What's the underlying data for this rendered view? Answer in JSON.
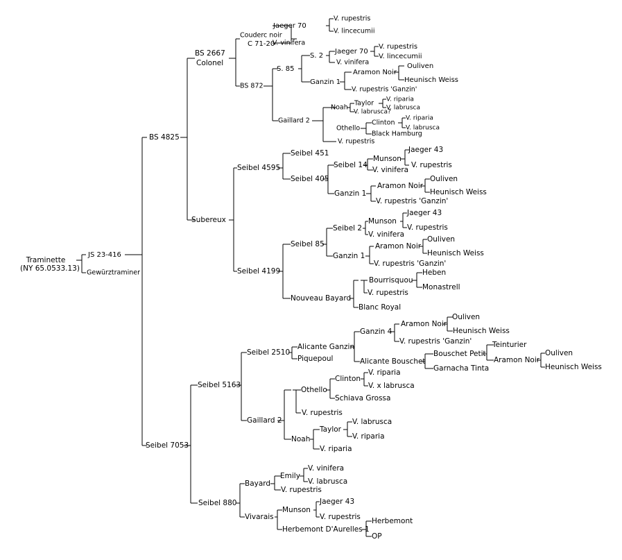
{
  "nodes": {
    "traminette": "Traminette",
    "traminette_code": "(NY 65.0533.13)",
    "js23416": "JS 23-416",
    "gewurz": "Gewürztraminer",
    "bs4825": "BS 4825",
    "seibel7053": "Seibel 7053",
    "bs2667": "BS 2667",
    "colonel": "Colonel",
    "subereux": "Subereux",
    "couderc_noir": "Couderc noir",
    "c7120": "C 71-20",
    "bs872": "BS 872",
    "jaeger70": "Jaeger 70",
    "vvinifera": "V. vinifera",
    "vrupestris": "V. rupestris",
    "vlincecumii": "V. lincecumii",
    "s85": "S. 85",
    "s2": "S. 2",
    "ganzin1": "Ganzin 1",
    "aramon_noir": "Aramon Noir",
    "ouliven": "Ouliven",
    "heunisch_weiss": "Heunisch Weiss",
    "vrup_ganzin": "V. rupestris 'Ganzin'",
    "gaillard2": "Gaillard 2",
    "noah": "Noah",
    "taylor": "Taylor",
    "vriparia": "V. riparia",
    "vlabrusca": "V. labrusca",
    "vlabrusca_q": "V. labrusca?",
    "othello": "Othello",
    "clinton": "Clinton",
    "black_hamburg": "Black Hamburg",
    "seibel4595": "Seibel 4595",
    "seibel451": "Seibel 451",
    "seibel405": "Seibel 405",
    "seibel14": "Seibel 14",
    "munson": "Munson",
    "jaeger43": "Jaeger 43",
    "seibel4199": "Seibel 4199",
    "seibel85": "Seibel 85",
    "seibel2": "Seibel 2",
    "nouveau_bayard": "Nouveau Bayard",
    "bourrisquou": "Bourrisquou",
    "heben": "Heben",
    "monastrell": "Monastrell",
    "blanc_royal": "Blanc Royal",
    "seibel5163": "Seibel 5163",
    "seibel2510": "Seibel 2510",
    "alicante_ganzin": "Alicante Ganzin",
    "piquepoul": "Piquepoul",
    "ganzin4": "Ganzin 4",
    "aramon_noir_b": "Aramon Noir",
    "alicante_bouschet": "Alicante Bouschet",
    "bouschet_petit": "Bouschet Petit",
    "teinturier": "Teinturier",
    "garnacha_tinta": "Garnacha Tinta",
    "vxlabrusca": "V. x labrusca",
    "schiava_grossa": "Schiava Grossa",
    "seibel880": "Seibel 880",
    "bayard": "Bayard",
    "emily": "Emily",
    "vivarais": "Vivarais",
    "herbemont_daurelles": "Herbemont D'Aurelles 1",
    "herbemont": "Herbemont",
    "op": "OP"
  }
}
